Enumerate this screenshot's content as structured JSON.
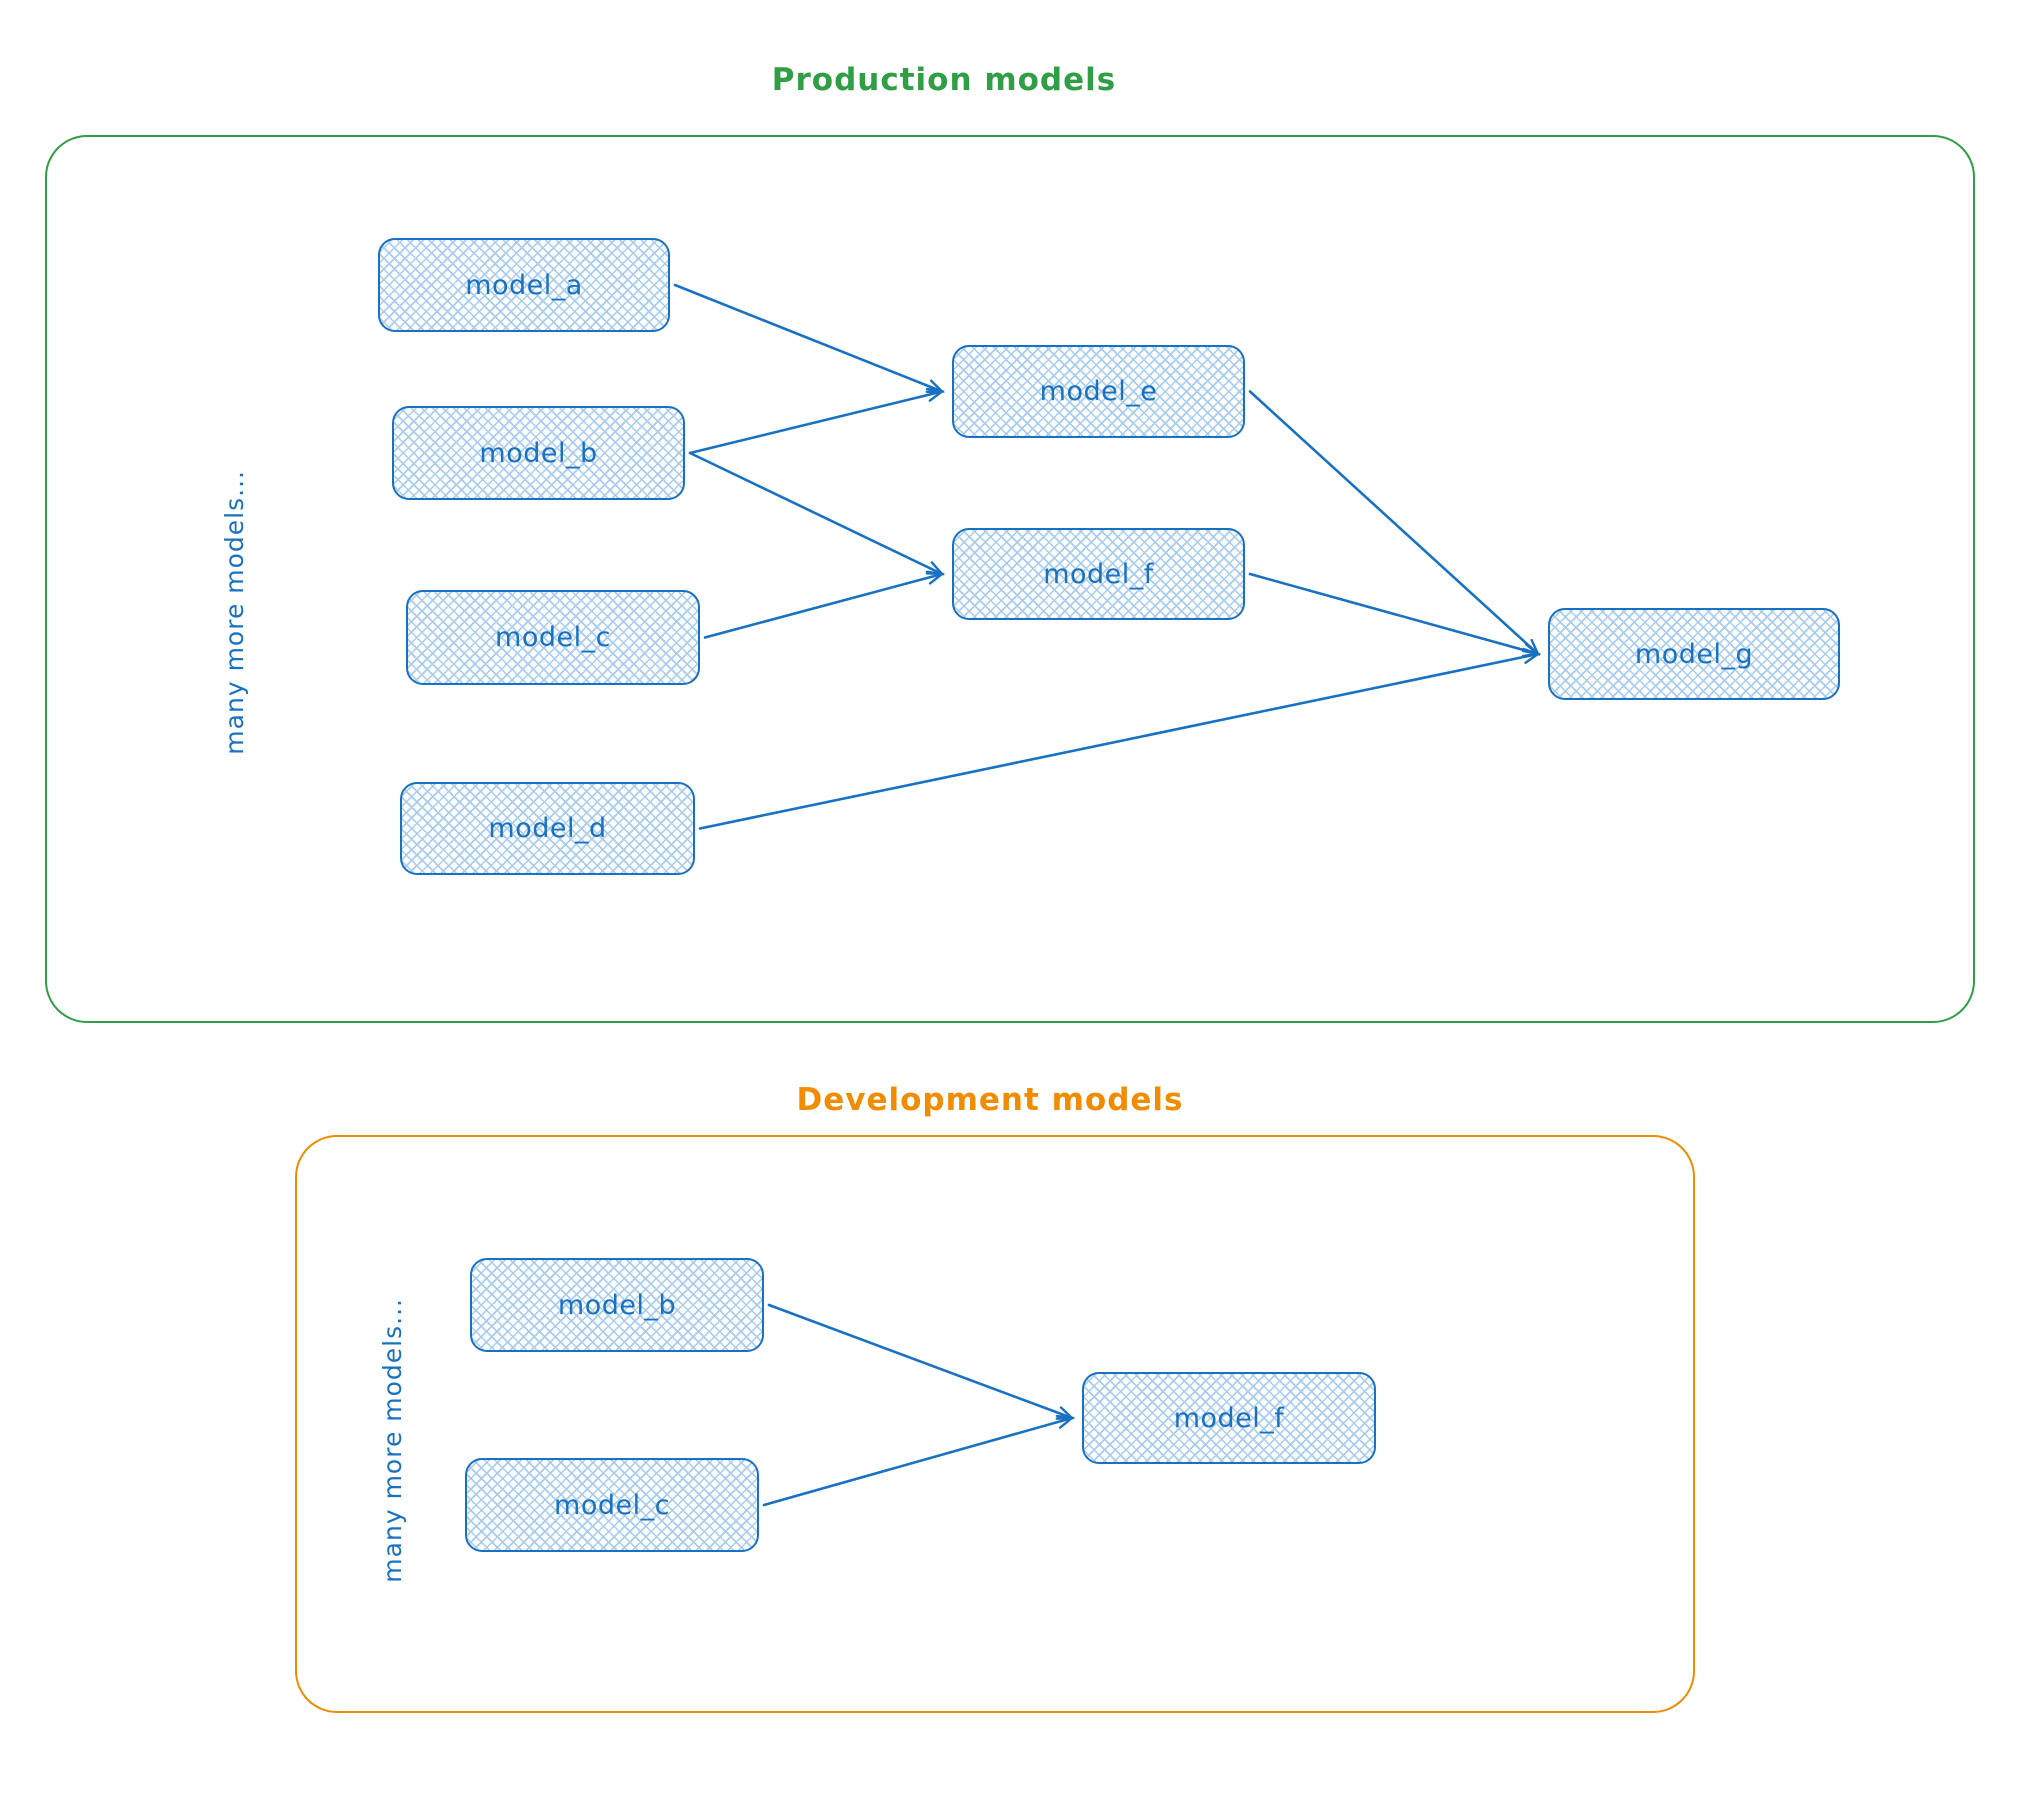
{
  "production": {
    "title": "Production models",
    "side_label": "many more models...",
    "nodes": [
      {
        "id": "p_model_a",
        "label": "model_a"
      },
      {
        "id": "p_model_b",
        "label": "model_b"
      },
      {
        "id": "p_model_c",
        "label": "model_c"
      },
      {
        "id": "p_model_d",
        "label": "model_d"
      },
      {
        "id": "p_model_e",
        "label": "model_e"
      },
      {
        "id": "p_model_f",
        "label": "model_f"
      },
      {
        "id": "p_model_g",
        "label": "model_g"
      }
    ],
    "edges": [
      {
        "from": "p_model_a",
        "to": "p_model_e"
      },
      {
        "from": "p_model_b",
        "to": "p_model_e"
      },
      {
        "from": "p_model_b",
        "to": "p_model_f"
      },
      {
        "from": "p_model_c",
        "to": "p_model_f"
      },
      {
        "from": "p_model_e",
        "to": "p_model_g"
      },
      {
        "from": "p_model_f",
        "to": "p_model_g"
      },
      {
        "from": "p_model_d",
        "to": "p_model_g"
      }
    ]
  },
  "development": {
    "title": "Development models",
    "side_label": "many more models...",
    "nodes": [
      {
        "id": "d_model_b",
        "label": "model_b"
      },
      {
        "id": "d_model_c",
        "label": "model_c"
      },
      {
        "id": "d_model_f",
        "label": "model_f"
      }
    ],
    "edges": [
      {
        "from": "d_model_b",
        "to": "d_model_f"
      },
      {
        "from": "d_model_c",
        "to": "d_model_f"
      }
    ]
  },
  "colors": {
    "canvas_bg": "#ffffff",
    "node_stroke": "#1971c2",
    "node_hatch": "#aacdef",
    "node_bg": "#fbfdff",
    "edge": "#1971c2",
    "production_accent": "#2f9e44",
    "development_accent": "#f08c00"
  }
}
